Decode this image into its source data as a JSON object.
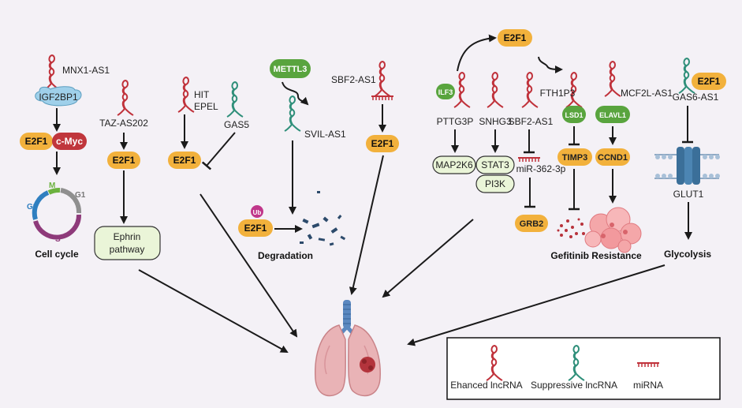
{
  "labels": {
    "mnx1": "MNX1-AS1",
    "igf2bp1": "IGF2BP1",
    "e2f1": "E2F1",
    "cmyc": "c-Myc",
    "cc_m": "M",
    "cc_g1": "G1",
    "cc_g2": "G2",
    "cc_s": "S",
    "cellcycle": "Cell cycle",
    "taz": "TAZ-AS202",
    "ephrin1": "Ephrin",
    "ephrin2": "pathway",
    "hit": "HIT",
    "epel": "EPEL",
    "gas5": "GAS5",
    "mettl3": "METTL3",
    "svil": "SVIL-AS1",
    "ub": "Ub",
    "degradation": "Degradation",
    "sbf2_top": "SBF2-AS1",
    "ilf3": "ILF3",
    "pttg3p": "PTTG3P",
    "snhg3": "SNHG3",
    "sbf2_mid": "SBF2-AS1",
    "fth1p3": "FTH1P3",
    "lsd1": "LSD1",
    "mcf2l": "MCF2L-AS1",
    "elavl1": "ELAVL1",
    "gas6": "GAS6-AS1",
    "map2k6": "MAP2K6",
    "stat3": "STAT3",
    "pi3k": "PI3K",
    "mir362": "miR-362-3p",
    "grb2": "GRB2",
    "timp3": "TIMP3",
    "ccnd1": "CCND1",
    "glut1": "GLUT1",
    "gefitinib": "Gefitinib Resistance",
    "glycolysis": "Glycolysis"
  },
  "legend": {
    "enhanced": "Ehanced lncRNA",
    "suppressive": "Suppressive lncRNA",
    "mirna": "miRNA"
  },
  "colors": {
    "e2f1": "#f2b13c",
    "green_protein": "#59a43e",
    "cmyc": "#c0363c",
    "igf2bp1": "#9fd0ea",
    "enhanced_rna": "#c0323b",
    "suppressive_rna": "#2f8f7a",
    "lung": "#e9b3b6"
  }
}
